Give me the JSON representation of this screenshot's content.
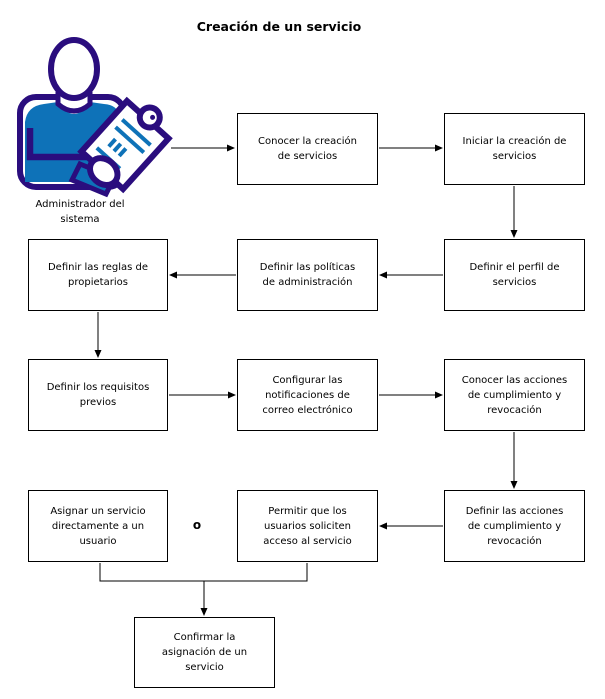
{
  "title": "Creación de un servicio",
  "actor": {
    "label": "Administrador del\nsistema"
  },
  "or_label": "o",
  "colors": {
    "outline_navy": "#2a0d7e",
    "fill_blue": "#0e72b8"
  },
  "boxes": [
    {
      "id": "conocer-creacion",
      "label": "Conocer la creación\nde servicios"
    },
    {
      "id": "iniciar-creacion",
      "label": "Iniciar la creación de\nservicios"
    },
    {
      "id": "definir-perfil",
      "label": "Definir el perfil de\nservicios"
    },
    {
      "id": "definir-politicas",
      "label": "Definir las políticas\nde administración"
    },
    {
      "id": "definir-reglas",
      "label": "Definir las reglas de\npropietarios"
    },
    {
      "id": "definir-requisitos",
      "label": "Definir los requisitos\nprevios"
    },
    {
      "id": "configurar-notificaciones",
      "label": "Configurar las\nnotificaciones de\ncorreo electrónico"
    },
    {
      "id": "conocer-acciones",
      "label": "Conocer las acciones\nde cumplimiento y\nrevocación"
    },
    {
      "id": "definir-acciones",
      "label": "Definir las acciones\nde cumplimiento y\nrevocación"
    },
    {
      "id": "permitir-solicitudes",
      "label": "Permitir que los\nusuarios soliciten\nacceso al servicio"
    },
    {
      "id": "asignar-servicio",
      "label": "Asignar un servicio\ndirectamente a un\nusuario"
    },
    {
      "id": "confirmar-asignacion",
      "label": "Confirmar la\nasignación de un\nservicio"
    }
  ]
}
